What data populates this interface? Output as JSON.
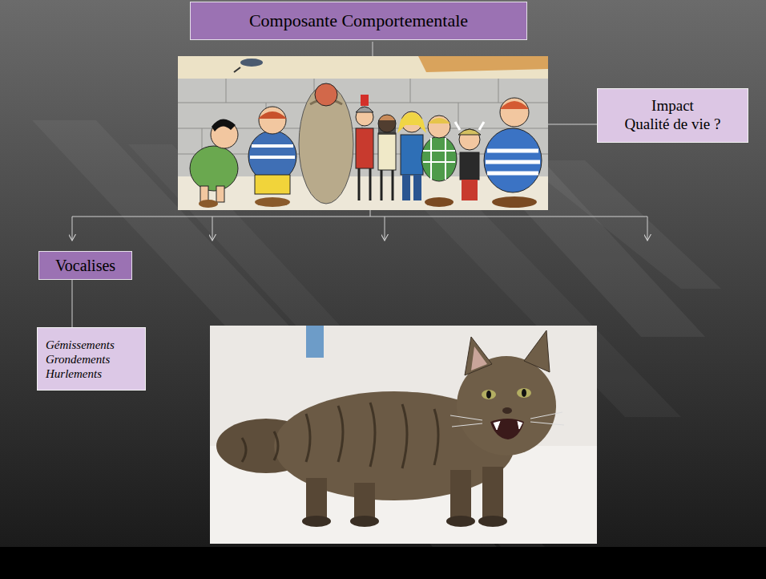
{
  "diagram": {
    "nodes": [
      {
        "text": [
          "Composante Comportementale"
        ]
      },
      {
        "text": [
          "Impact",
          "Qualité de vie ?"
        ]
      },
      {
        "text": [
          "Vocalises"
        ]
      },
      {
        "text": [
          "Gémissements",
          "Grondements",
          "Hurlements"
        ]
      }
    ],
    "edges": [
      {
        "from": 2,
        "to": 3,
        "arrow": "none"
      }
    ]
  }
}
